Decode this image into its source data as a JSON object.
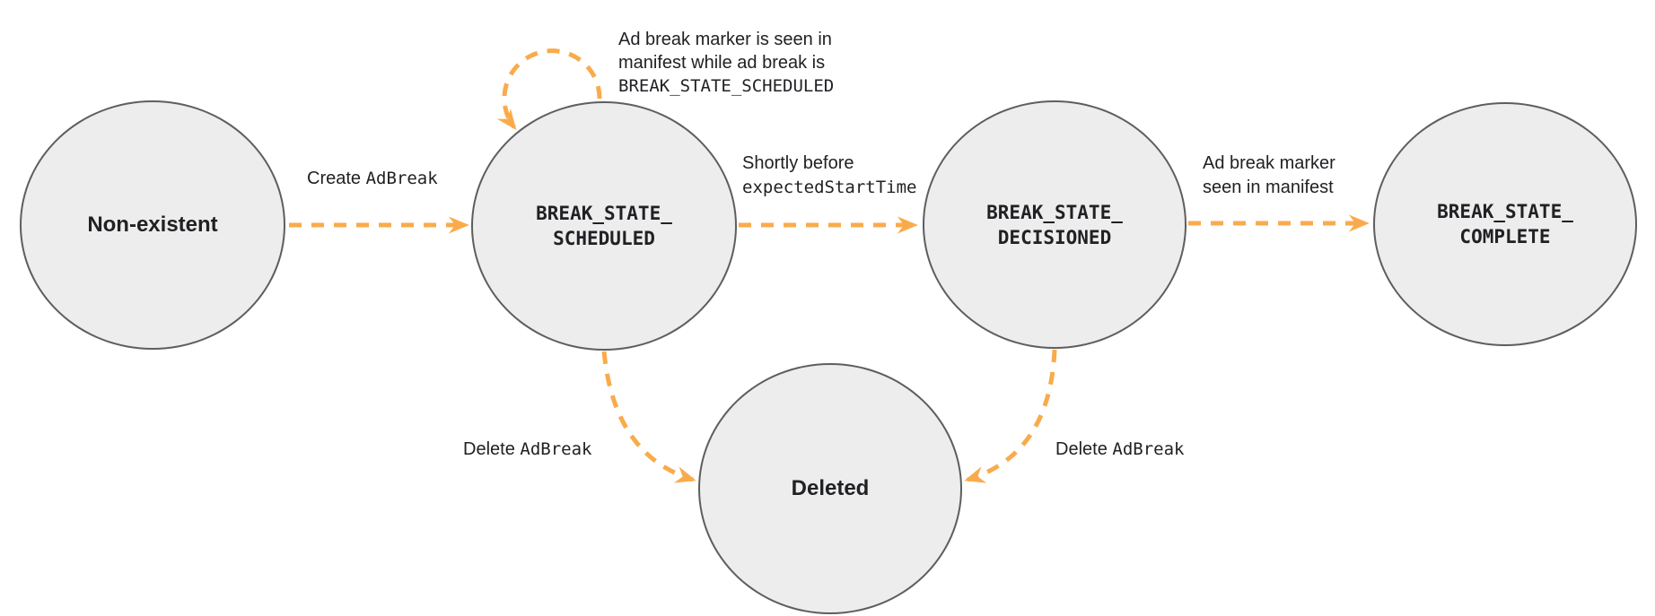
{
  "colors": {
    "arrow": "#F9AB4C",
    "node_fill": "#EDEDED",
    "node_border": "#5E5E5E",
    "text": "#202124"
  },
  "diagram": {
    "type": "state-diagram",
    "nodes": {
      "non_existent": {
        "label": "Non-existent"
      },
      "scheduled": {
        "line1": "BREAK_STATE_",
        "line2": "SCHEDULED"
      },
      "decisioned": {
        "line1": "BREAK_STATE_",
        "line2": "DECISIONED"
      },
      "complete": {
        "line1": "BREAK_STATE_",
        "line2": "COMPLETE"
      },
      "deleted": {
        "label": "Deleted"
      }
    },
    "edges": {
      "create": {
        "from": "non_existent",
        "to": "scheduled",
        "plain": "Create ",
        "code": "AdBreak"
      },
      "self_loop": {
        "from": "scheduled",
        "to": "scheduled",
        "line1": "Ad break marker is seen in",
        "line2": "manifest while ad break is",
        "code_line": "BREAK_STATE_SCHEDULED"
      },
      "to_decisioned": {
        "from": "scheduled",
        "to": "decisioned",
        "plain": "Shortly before",
        "code_line": "expectedStartTime"
      },
      "to_complete": {
        "from": "decisioned",
        "to": "complete",
        "line1": "Ad break marker",
        "line2": "seen in manifest"
      },
      "delete_from_scheduled": {
        "from": "scheduled",
        "to": "deleted",
        "plain": "Delete ",
        "code": "AdBreak"
      },
      "delete_from_decisioned": {
        "from": "decisioned",
        "to": "deleted",
        "plain": "Delete ",
        "code": "AdBreak"
      }
    }
  }
}
